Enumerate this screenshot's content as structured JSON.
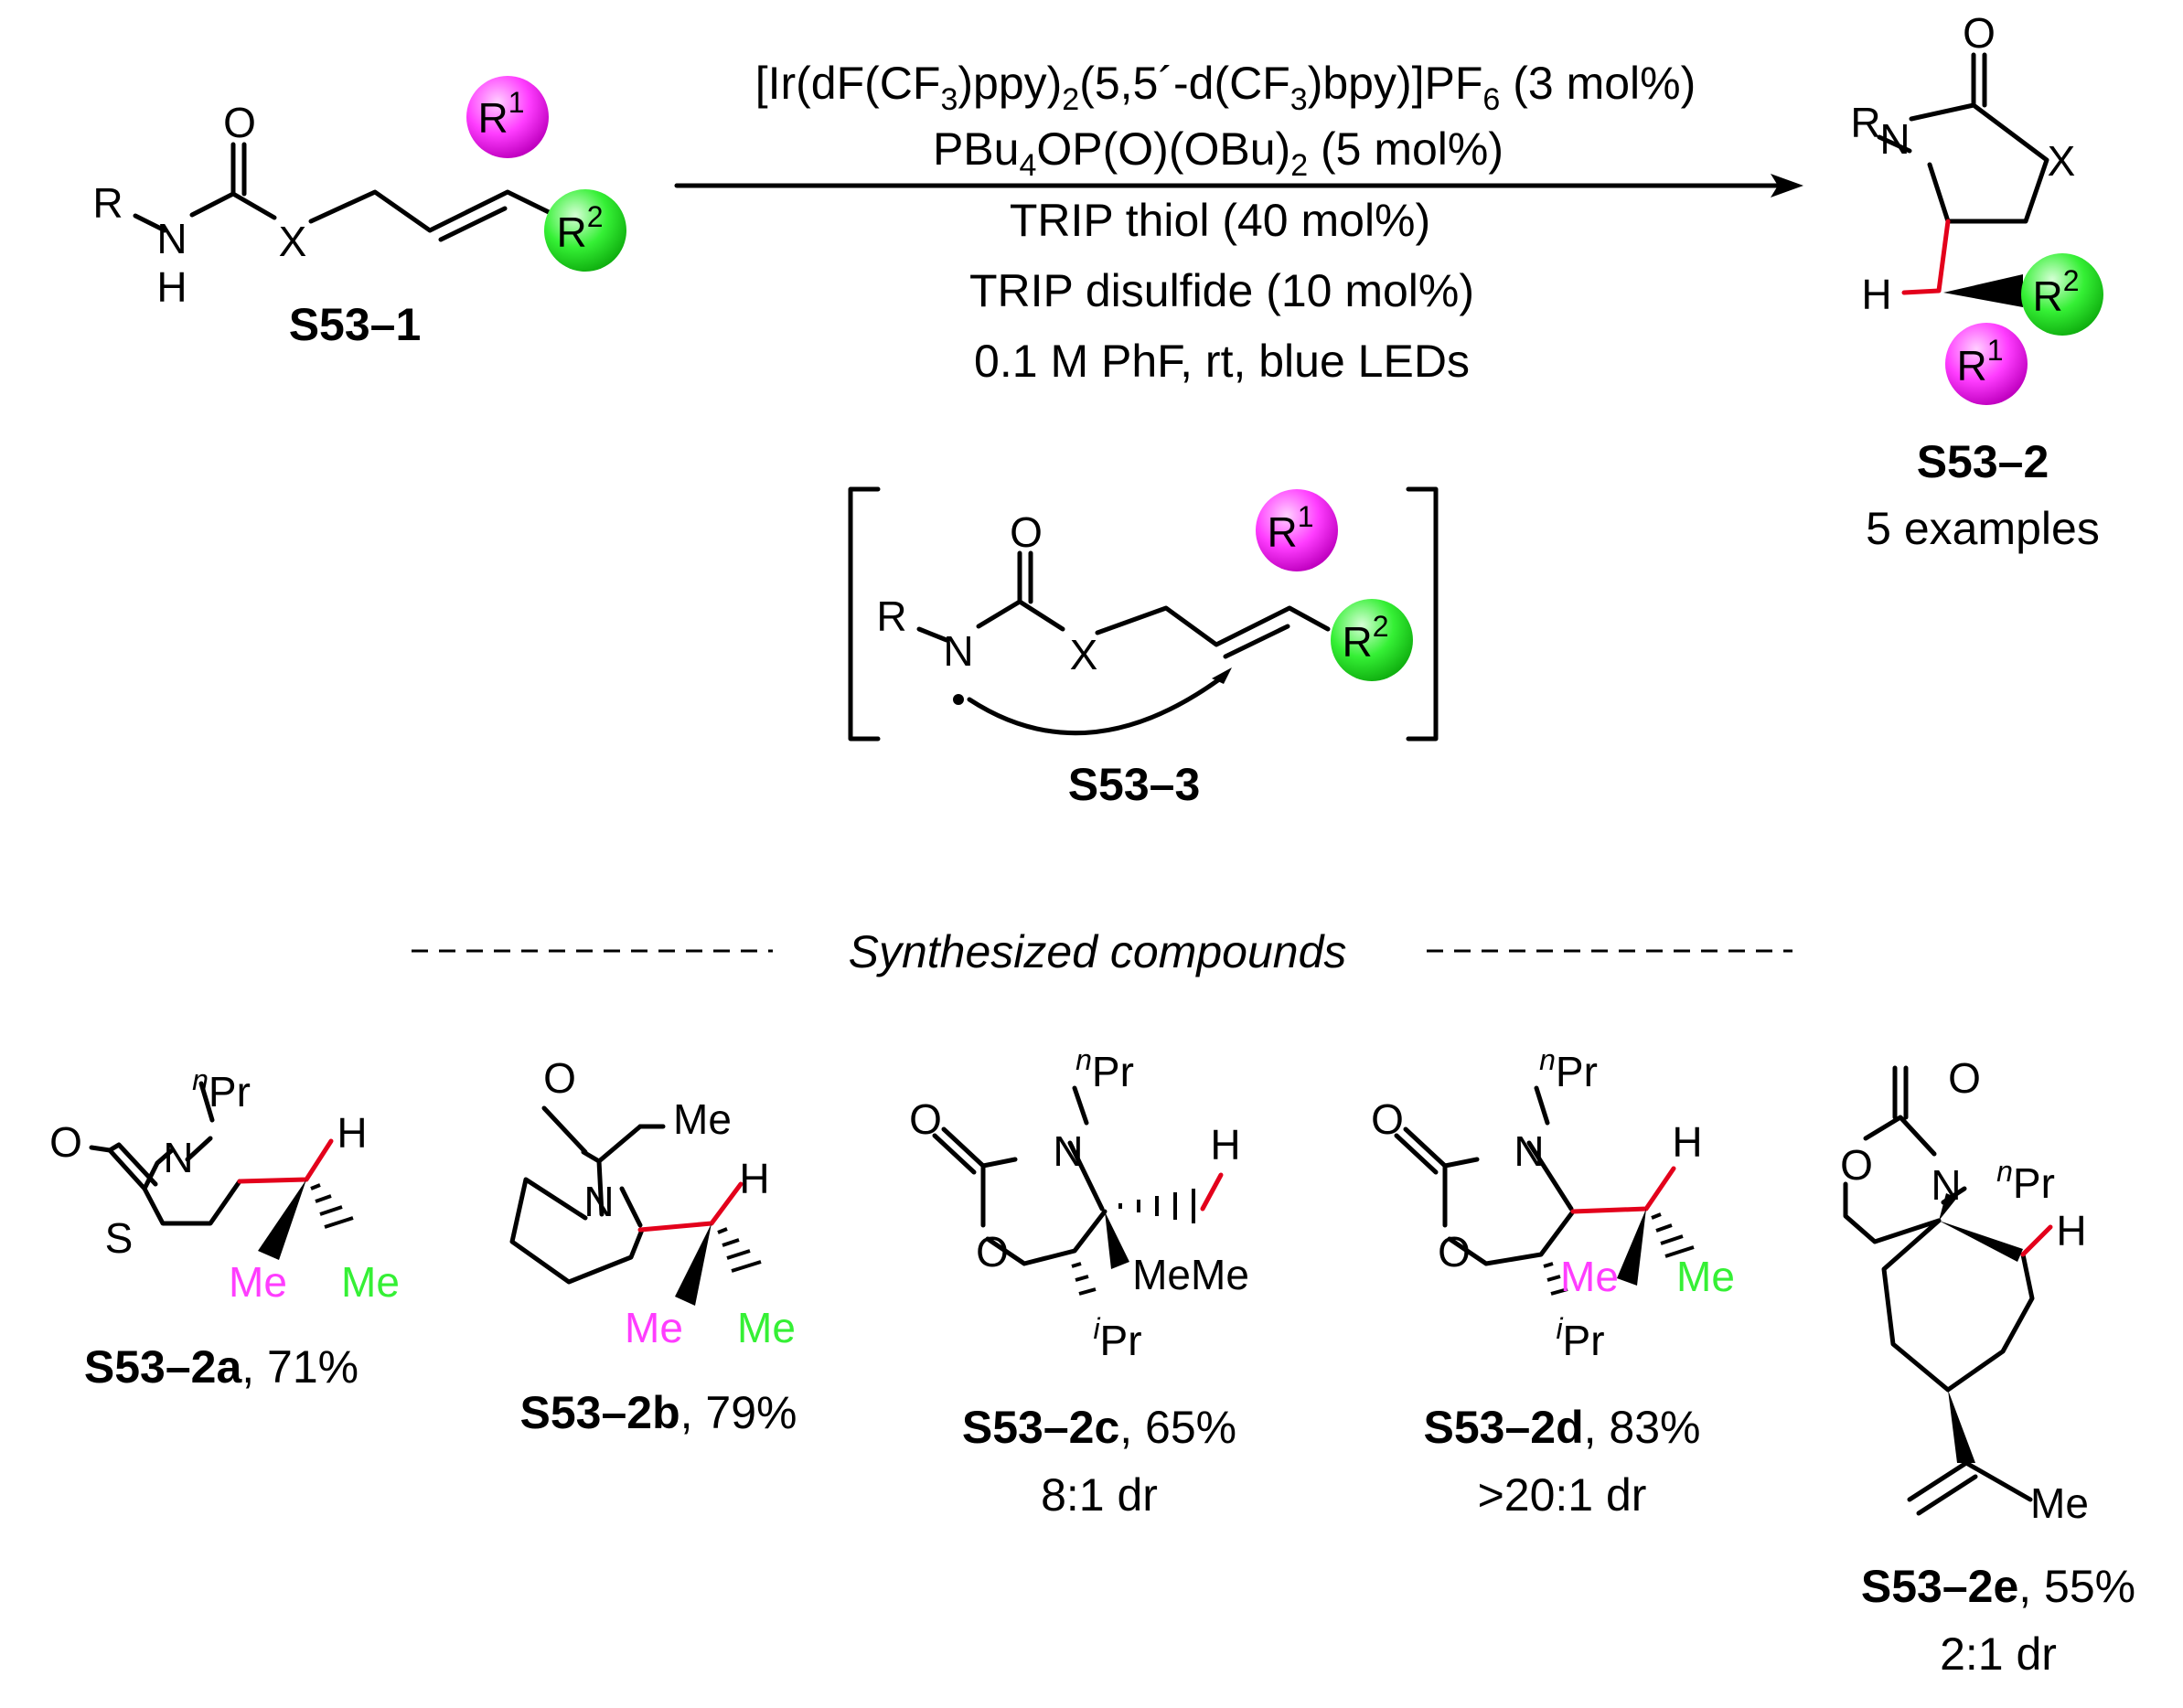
{
  "colors": {
    "magenta": "#ff3dff",
    "green": "#35f035",
    "red": "#e3001b",
    "ink": "#000000"
  },
  "reaction": {
    "reactant_label": "S53–1",
    "product_label": "S53–2",
    "product_note": "5 examples",
    "intermediate_label": "S53–3",
    "conditions": {
      "catalyst": {
        "a": "[Ir(dF(CF",
        "s1": "3",
        "b": ")ppy)",
        "s2": "2",
        "c": "(5,5´-d(CF",
        "s3": "3",
        "d": ")bpy)]PF",
        "s4": "6",
        "e": " (3 mol%)"
      },
      "base": {
        "a": "PBu",
        "s1": "4",
        "b": "OP(O)(OBu)",
        "s2": "2",
        "c": " (5 mol%)"
      },
      "thiol": "TRIP thiol (40 mol%)",
      "disulfide": "TRIP disulfide (10 mol%)",
      "solvent": "0.1 M PhF,  rt, blue LEDs"
    }
  },
  "atoms": {
    "O": "O",
    "N": "N",
    "H": "H",
    "X": "X",
    "S": "S",
    "R": "R",
    "Me": "Me",
    "Pr": "Pr",
    "n": "n",
    "i": "i",
    "one": "1",
    "two": "2"
  },
  "section_title": "Synthesized compounds",
  "compounds": [
    {
      "id": "S53–2a",
      "yield": ", 71%",
      "dr": ""
    },
    {
      "id": "S53–2b",
      "yield": ", 79%",
      "dr": ""
    },
    {
      "id": "S53–2c",
      "yield": ", 65%",
      "dr": "8:1 dr"
    },
    {
      "id": "S53–2d",
      "yield": ", 83%",
      "dr": ">20:1 dr"
    },
    {
      "id": "S53–2e",
      "yield": ", 55%",
      "dr": "2:1 dr"
    }
  ]
}
